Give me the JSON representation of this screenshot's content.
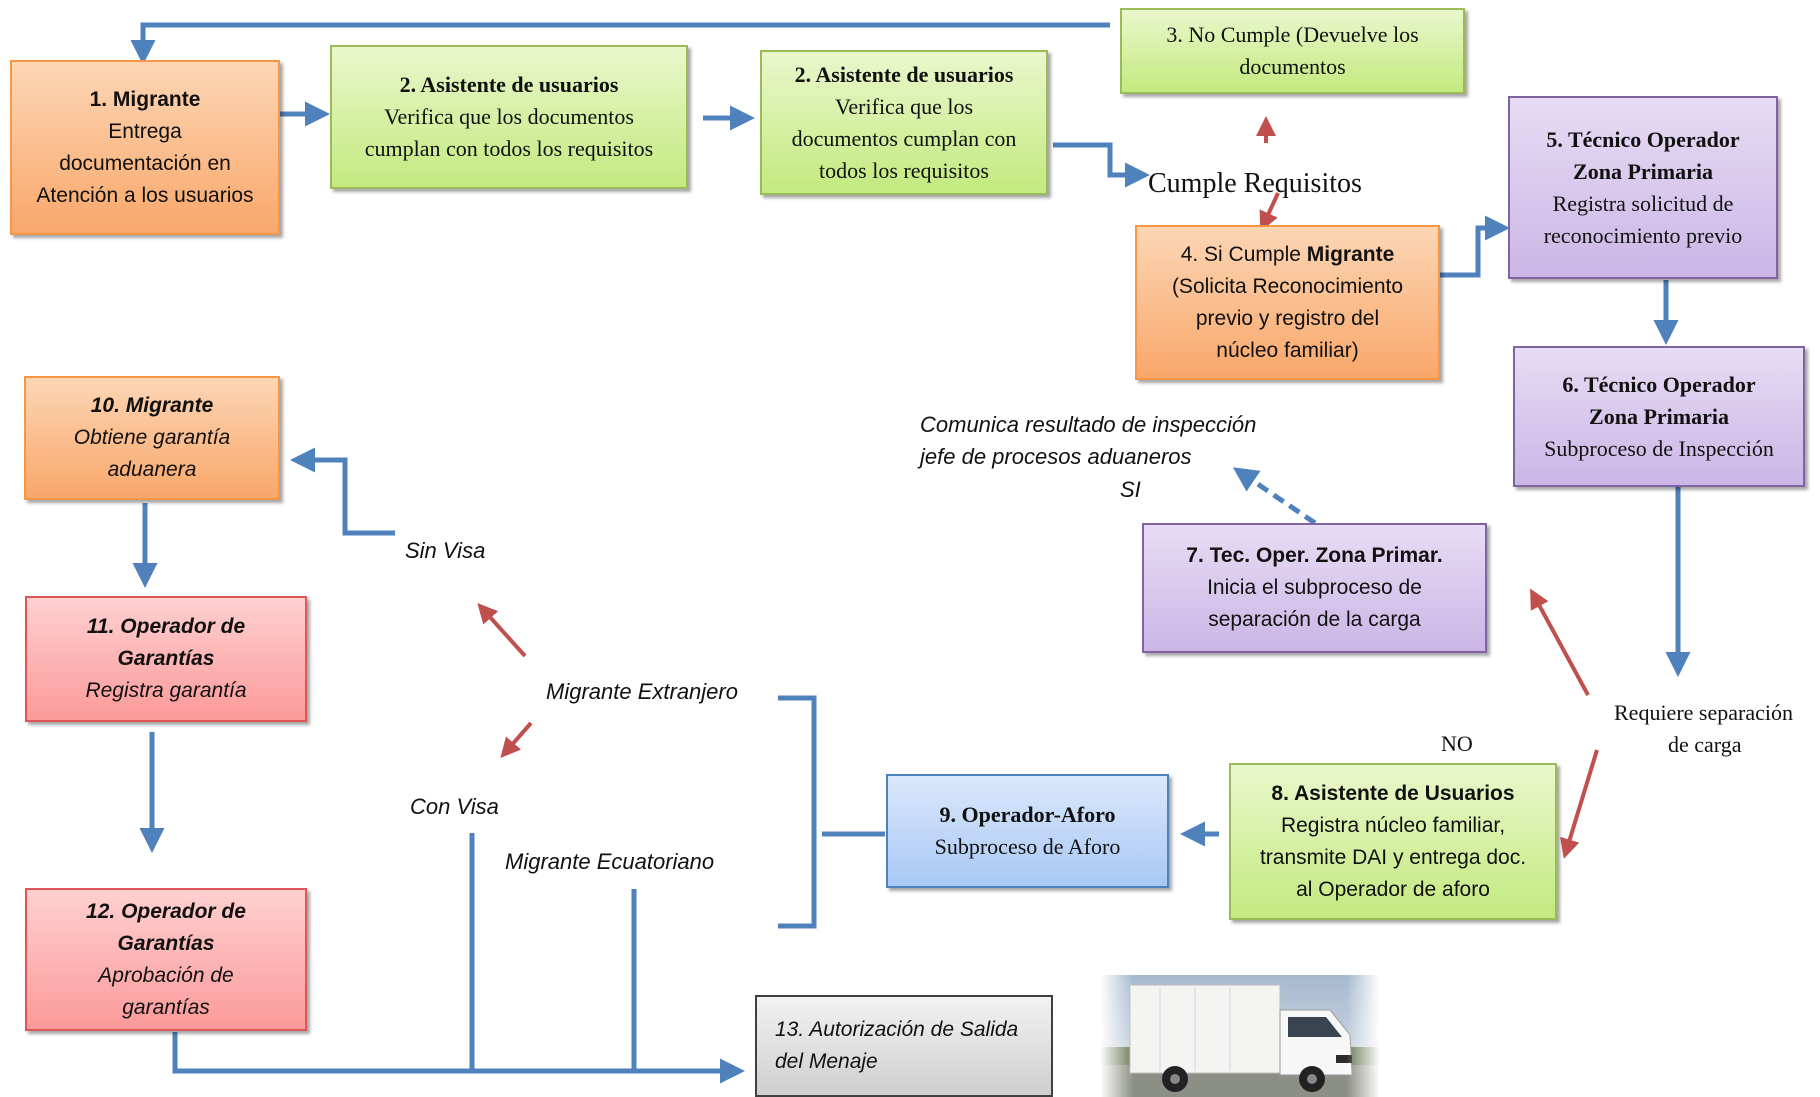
{
  "boxes": {
    "b1": {
      "title": "1. Migrante",
      "lines": [
        "Entrega",
        "documentación en",
        "Atención a los usuarios"
      ]
    },
    "b2a": {
      "title": "2. Asistente de usuarios",
      "lines": [
        "Verifica que los documentos",
        "cumplan con todos los requisitos"
      ]
    },
    "b2b": {
      "title": "2. Asistente de usuarios",
      "lines": [
        "Verifica que los",
        "documentos cumplan con",
        "todos los requisitos"
      ]
    },
    "b3": {
      "lines": [
        "3. No Cumple (Devuelve los",
        "documentos"
      ]
    },
    "b4": {
      "pre": "4. Si Cumple ",
      "bold": "Migrante",
      "lines": [
        "(Solicita Reconocimiento",
        "previo  y registro del",
        "núcleo familiar)"
      ]
    },
    "b5": {
      "title1": "5. Técnico Operador",
      "title2": "Zona Primaria",
      "lines": [
        "Registra solicitud de",
        "reconocimiento previo"
      ]
    },
    "b6": {
      "title1": "6. Técnico Operador",
      "title2": "Zona Primaria",
      "lines": [
        "Subproceso de Inspección"
      ]
    },
    "b7": {
      "title": "7. Tec. Oper. Zona Primar.",
      "lines": [
        "Inicia el subproceso de",
        "separación de la carga"
      ]
    },
    "b8": {
      "title": "8. Asistente de Usuarios",
      "lines": [
        "Registra núcleo familiar,",
        "transmite DAI y entrega doc.",
        "al Operador de aforo"
      ]
    },
    "b9": {
      "title": "9. Operador-Aforo",
      "lines": [
        "Subproceso de Aforo"
      ]
    },
    "b10": {
      "title": "10. Migrante",
      "lines": [
        "Obtiene garantía",
        "aduanera"
      ]
    },
    "b11": {
      "title1": "11. Operador de",
      "title2": "Garantías",
      "lines": [
        "Registra garantía"
      ]
    },
    "b12": {
      "title1": "12. Operador de",
      "title2": "Garantías",
      "lines": [
        "Aprobación de",
        "garantías"
      ]
    },
    "b13": {
      "lines": [
        "13. Autorización de Salida",
        "del Menaje"
      ]
    }
  },
  "labels": {
    "cumple": "Cumple Requisitos",
    "comunica1": "Comunica resultado de inspección",
    "comunica2": "jefe de procesos aduaneros",
    "si": "SI",
    "requiere1": "Requiere separación",
    "requiere2": "de carga",
    "no": "NO",
    "extranjero": "Migrante Extranjero",
    "sinvisa": "Sin Visa",
    "convisa": "Con Visa",
    "ecuatoriano": "Migrante Ecuatoriano"
  },
  "colors": {
    "flow_arrow": "#4f81bd",
    "decision_arrow": "#c0504d"
  },
  "icons": {
    "truck": "truck-photo"
  }
}
